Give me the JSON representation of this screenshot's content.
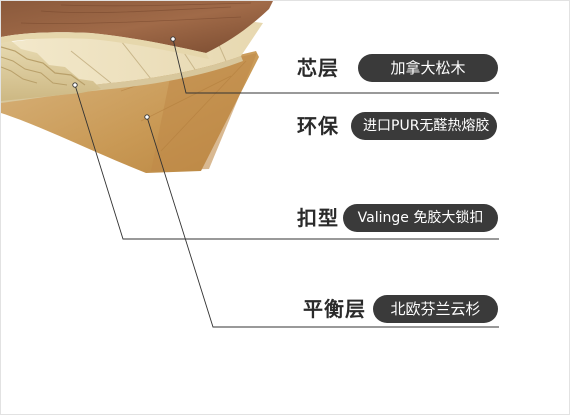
{
  "layers": [
    {
      "key": "core",
      "label": "芯层",
      "value": "加拿大松木"
    },
    {
      "key": "eco",
      "label": "环保",
      "value": "进口PUR无醛热熔胶"
    },
    {
      "key": "lock",
      "label": "扣型",
      "value": "Valinge 免胶大锁扣"
    },
    {
      "key": "balance",
      "label": "平衡层",
      "value": "北欧芬兰云杉"
    }
  ],
  "colors": {
    "pill_bg": "#3a3a3a",
    "pill_text": "#ffffff",
    "label_text": "#2a2a2a",
    "leader_line": "#333333"
  }
}
